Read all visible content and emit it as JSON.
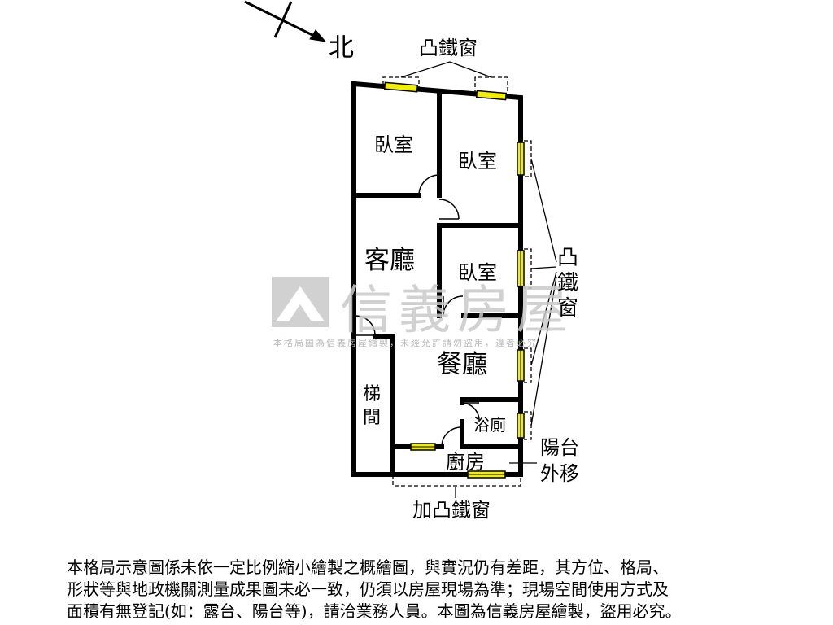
{
  "compass": {
    "label": "北"
  },
  "rooms": {
    "bedroom_a": "臥室",
    "bedroom_b": "臥室",
    "bedroom_c": "臥室",
    "living_room": "客廳",
    "dining_room": "餐廳",
    "bathroom": "浴廁",
    "kitchen": "廚房",
    "stairwell": "梯間"
  },
  "annotations": {
    "top_bay_window": "凸鐵窗",
    "side_bay_window": "凸鐵窗",
    "balcony_moved_out_line1": "陽台",
    "balcony_moved_out_line2": "外移",
    "added_bay_window": "加凸鐵窗"
  },
  "watermark": {
    "brand": "信義房屋",
    "note": "本格局圖為信義房屋繪製，未經允許請勿盜用，違者必究"
  },
  "disclaimer": [
    "本格局示意圖係未依一定比例縮小繪製之概繪圖，與實況仍有差距，其方位、格局、",
    "形狀等與地政機關測量成果圖未必一致，仍須以房屋現場為準；現場空間使用方式及",
    "面積有無登記(如：露台、陽台等)，請洽業務人員。本圖為信義房屋繪製，盜用必究。"
  ],
  "colors": {
    "wall": "#000000",
    "window_fill": "#f2ee00",
    "watermark": "#c9c9c9"
  }
}
